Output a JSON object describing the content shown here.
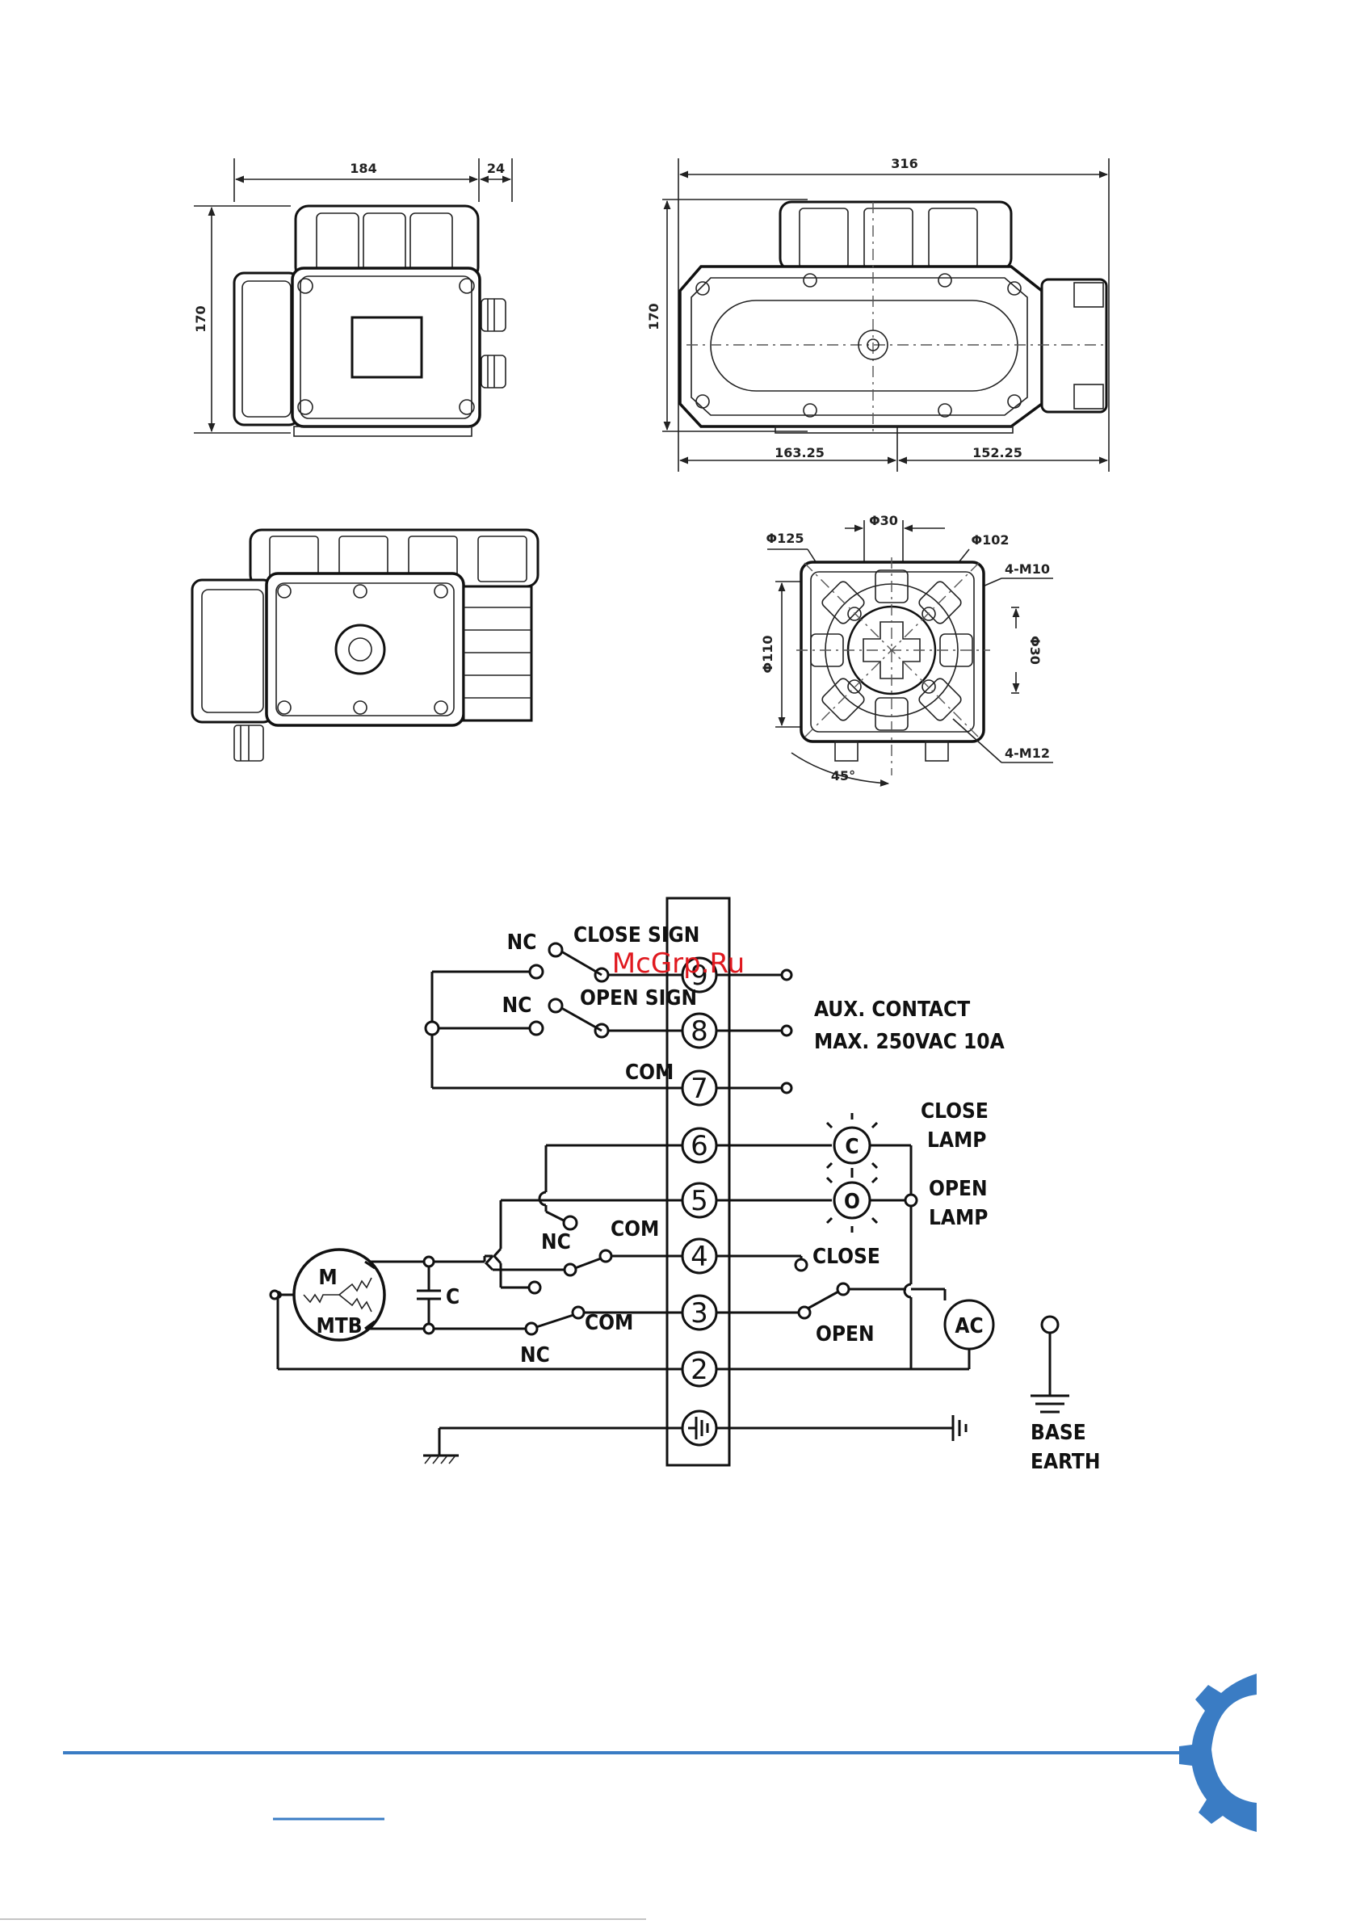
{
  "drawing": {
    "side_view": {
      "width": "184",
      "extra": "24",
      "height": "170"
    },
    "front_view": {
      "length": "316",
      "height": "170",
      "left_span": "163.25",
      "right_span": "152.25"
    },
    "flange": {
      "pcd_large": "Φ125",
      "pcd_small": "Φ102",
      "shaft_top": "Φ30",
      "shaft_right": "Φ30",
      "spigot": "Φ110",
      "bolts_top": "4-M10",
      "bolts_bottom": "4-M12",
      "angle": "45°"
    }
  },
  "wiring": {
    "terminals": [
      "9",
      "8",
      "7",
      "6",
      "5",
      "4",
      "3",
      "2"
    ],
    "close_sign": "CLOSE SIGN",
    "open_sign": "OPEN SIGN",
    "nc": "NC",
    "com": "COM",
    "aux_contact_line1": "AUX. CONTACT",
    "aux_contact_line2": "MAX. 250VAC 10A",
    "close_lamp_line1": "CLOSE",
    "close_lamp_line2": "LAMP",
    "open_lamp_line1": "OPEN",
    "open_lamp_line2": "LAMP",
    "lamp_c": "C",
    "lamp_o": "O",
    "close_label": "CLOSE",
    "open_label": "OPEN",
    "ac": "AC",
    "motor_m": "M",
    "motor_mtb": "MTB",
    "capacitor": "C",
    "base_earth_line1": "BASE",
    "base_earth_line2": "EARTH"
  },
  "watermark": "McGrp.Ru",
  "colors": {
    "footer_rule": "#3a7cc4",
    "gear": "#3a7cc4",
    "watermark": "#e0191f"
  }
}
